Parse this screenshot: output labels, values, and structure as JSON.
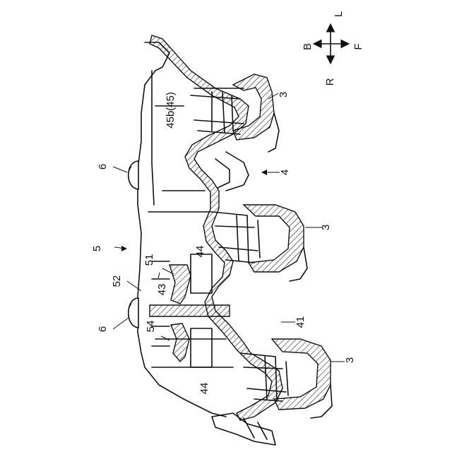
{
  "reference_labels": {
    "label_3_a": "3",
    "label_3_b": "3",
    "label_3_c": "3",
    "label_4": "4",
    "label_5": "5",
    "label_6_a": "6",
    "label_6_b": "6",
    "label_41": "41",
    "label_43": "43",
    "label_44_a": "44",
    "label_44_b": "44",
    "label_45": "45b(45)",
    "label_51": "51",
    "label_52": "52",
    "label_54": "54"
  },
  "direction_indicator": {
    "left": "L",
    "right": "R",
    "front": "F",
    "back": "B"
  }
}
